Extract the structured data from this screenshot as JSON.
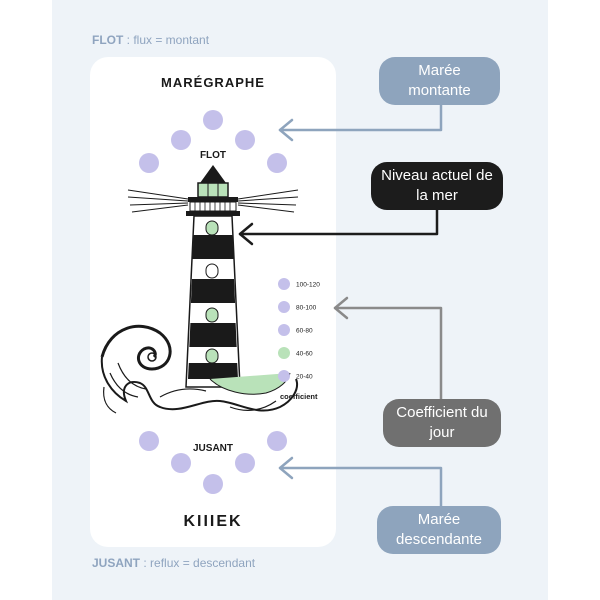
{
  "captions": {
    "top_bold": "FLOT",
    "top_rest": " : flux = montant",
    "bottom_bold": "JUSANT",
    "bottom_rest": " : reflux = descendant"
  },
  "card": {
    "title": "MARÉGRAPHE",
    "flot_label": "FLOT",
    "jusant_label": "JUSANT",
    "brand": "KIIIEK"
  },
  "legend": {
    "title": "coefficient",
    "items": [
      {
        "label": "100-120",
        "color": "#c4c0ea"
      },
      {
        "label": "80-100",
        "color": "#c4c0ea"
      },
      {
        "label": "60-80",
        "color": "#c4c0ea"
      },
      {
        "label": "40-60",
        "color": "#b9e2b9"
      },
      {
        "label": "20-40",
        "color": "#c4c0ea"
      }
    ]
  },
  "callouts": {
    "montante": "Marée montante",
    "niveau": "Niveau actuel de la mer",
    "coefficient": "Coefficient du jour",
    "descendante": "Marée descendante"
  },
  "colors": {
    "lavender": "#c4c0ea",
    "green": "#b9e2b9",
    "arrow_blue": "#8ea4bd",
    "dark": "#1c1c1c",
    "gray": "#707070"
  }
}
